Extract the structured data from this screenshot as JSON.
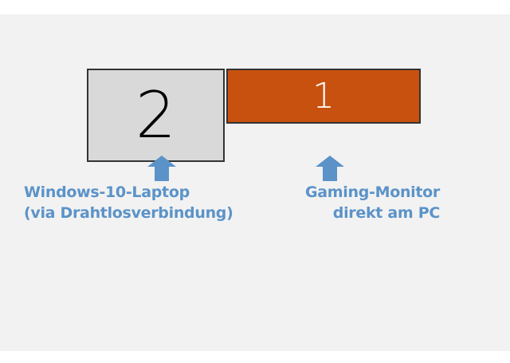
{
  "monitors": [
    {
      "number": "2",
      "color": "#d9d9d9"
    },
    {
      "number": "1",
      "color": "#c9510f"
    }
  ],
  "labels": {
    "laptop": {
      "line1": "Windows-10-Laptop",
      "line2": "(via Drahtlosverbindung)"
    },
    "gaming": {
      "line1": "Gaming-Monitor",
      "line2": "direkt am PC"
    }
  },
  "accent": "#5b93c8",
  "icons": [
    "arrow-up-icon",
    "arrow-up-icon"
  ]
}
